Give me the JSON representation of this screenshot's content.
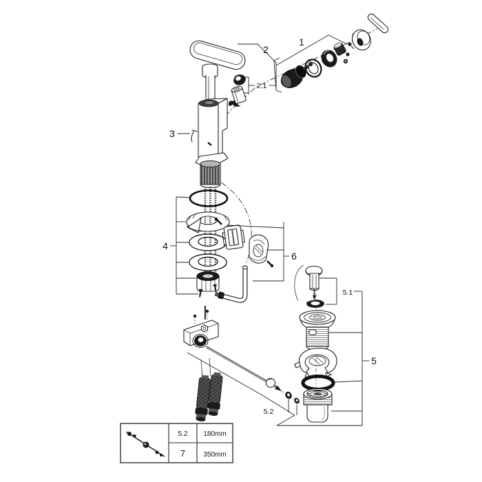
{
  "labels": {
    "part1": "1",
    "part2": "2",
    "part2_1": "2.1",
    "part3": "3",
    "part4": "4",
    "part5": "5",
    "part5_1": "5.1",
    "part5_2": "5.2",
    "part6": "6"
  },
  "size_table": {
    "rows": [
      {
        "ref": "5.2",
        "length": "180mm"
      },
      {
        "ref": "7",
        "length": "350mm"
      }
    ]
  },
  "colors": {
    "line": "#1a1a1a",
    "background": "#ffffff",
    "dark_fill": "#1a1a1a"
  }
}
